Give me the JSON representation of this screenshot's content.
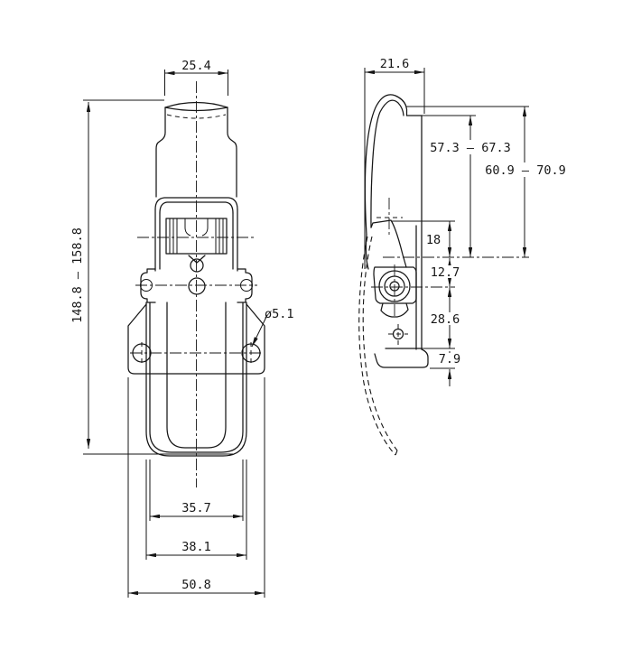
{
  "drawing": {
    "front_dims": [
      {
        "id": "top_width",
        "label": "25.4"
      },
      {
        "id": "overall_height",
        "label": "148.8 – 158.8"
      },
      {
        "id": "hole_diameter",
        "label": "ø5.1"
      },
      {
        "id": "slot_width",
        "label": "35.7"
      },
      {
        "id": "strap_width",
        "label": "38.1"
      },
      {
        "id": "base_width",
        "label": "50.8"
      }
    ],
    "side_dims": [
      {
        "id": "depth",
        "label": "21.6"
      },
      {
        "id": "latch_range_a",
        "label": "57.3 – 67.3"
      },
      {
        "id": "latch_range_b",
        "label": "60.9 – 70.9"
      },
      {
        "id": "hook_drop",
        "label": "18"
      },
      {
        "id": "center_to_pivot",
        "label": "12.7"
      },
      {
        "id": "pivot_to_base",
        "label": "28.6"
      },
      {
        "id": "base_step",
        "label": "7.9"
      }
    ]
  }
}
